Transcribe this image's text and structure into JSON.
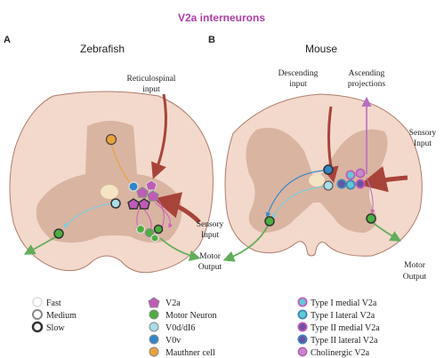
{
  "title": "V2a interneurons",
  "panels": [
    {
      "letter": "A",
      "species": "Zebrafish"
    },
    {
      "letter": "B",
      "species": "Mouse"
    }
  ],
  "zebrafish_labels": {
    "reticulospinal_1": "Reticulospinal",
    "reticulospinal_2": "input",
    "sensory_1": "Sensory",
    "sensory_2": "Input",
    "motor_1": "Motor",
    "motor_2": "Output"
  },
  "mouse_labels": {
    "descending_1": "Descending",
    "descending_2": "input",
    "ascending_1": "Ascending",
    "ascending_2": "projections",
    "sensory_1": "Sensory",
    "sensory_2": "Input",
    "motor_1": "Motor",
    "motor_2": "Output"
  },
  "legend": {
    "speed": [
      {
        "label": "Fast",
        "stroke": "#dddddd",
        "width": 1.5
      },
      {
        "label": "Medium",
        "stroke": "#888888",
        "width": 2
      },
      {
        "label": "Slow",
        "stroke": "#333333",
        "width": 2.5
      }
    ],
    "cell_types": [
      {
        "label": "V2a",
        "color": "#c15bb8",
        "marker": "pentagon"
      },
      {
        "label": "Motor Neuron",
        "color": "#4caf3f",
        "marker": "circle"
      },
      {
        "label": "V0d/dI6",
        "color": "#a8dde8",
        "marker": "circle"
      },
      {
        "label": "V0v",
        "color": "#2f86c8",
        "marker": "circle"
      },
      {
        "label": "Mauthner cell",
        "color": "#e8a33a",
        "marker": "circle"
      }
    ],
    "mouse_v2a": [
      {
        "label": "Type I medial V2a",
        "color": "#63c9d4",
        "ring": "#c15bb8"
      },
      {
        "label": "Type I lateral V2a",
        "color": "#63c9d4",
        "ring": "#3d86b8"
      },
      {
        "label": "Type II medial V2a",
        "color": "#6a52a3",
        "ring": "#c15bb8"
      },
      {
        "label": "Type II lateral V2a",
        "color": "#6a52a3",
        "ring": "#3d86b8"
      },
      {
        "label": "Cholinergic V2a",
        "color": "#c986c8",
        "ring": "#b05cb0"
      }
    ]
  },
  "colors": {
    "cord_outer": "#f3d9cb",
    "cord_outline": "#ab7c6c",
    "grey_matter": "#d9b4a1",
    "central_canal": "#f4e4c4",
    "descending_arrow": "#a8433a",
    "motor_arrow": "#62ad5a",
    "ascending_arrow": "#b56fc0",
    "v2a_projection": "#cf5dbd"
  }
}
